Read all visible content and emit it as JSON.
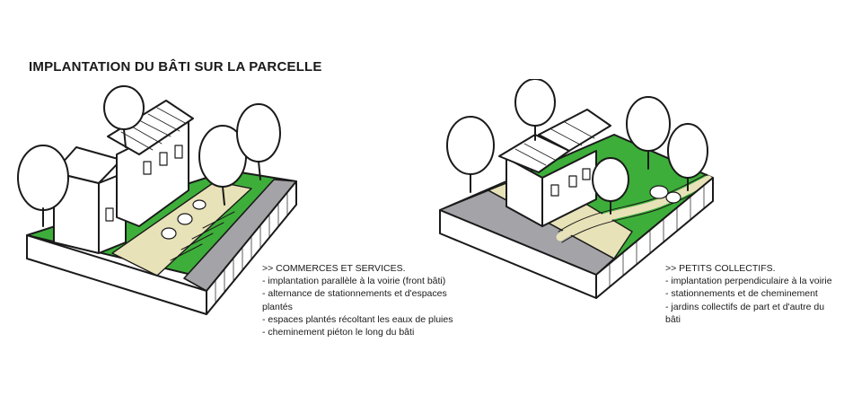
{
  "title": "IMPLANTATION DU BÂTI SUR LA PARCELLE",
  "colors": {
    "grass": "#3dae3a",
    "path": "#e8e2b8",
    "road": "#a3a3a8",
    "ink": "#1a1a1a"
  },
  "left_panel": {
    "heading": ">> COMMERCES ET SERVICES.",
    "items": [
      "- implantation parallèle à la voirie (front bâti)",
      "- alternance de stationnements et d'espaces plantés",
      "- espaces plantés récoltant les eaux de pluies",
      "- cheminement piéton le long du bâti"
    ]
  },
  "right_panel": {
    "heading": ">> PETITS COLLECTIFS.",
    "items": [
      "- implantation perpendiculaire à la voirie",
      "- stationnements et de cheminement",
      "- jardins collectifs de part et d'autre du bâti"
    ]
  }
}
